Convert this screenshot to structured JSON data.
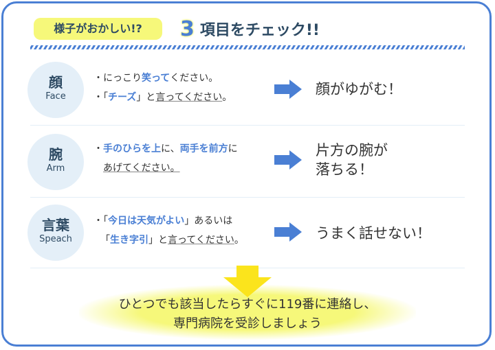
{
  "header": {
    "badge": "様子がおかしい!?",
    "number": "3",
    "title": "項目をチェック!!"
  },
  "rows": [
    {
      "kanji": "顔",
      "en": "Face",
      "lines": [
        {
          "pre": "・にっこり",
          "hl": "笑って",
          "post": "ください。"
        },
        {
          "pre": "・「",
          "hl": "チーズ",
          "post": "」と",
          "ul": "言ってください",
          "end": "。"
        }
      ],
      "result": [
        "顔がゆがむ！"
      ]
    },
    {
      "kanji": "腕",
      "en": "Arm",
      "lines": [
        {
          "pre": "・",
          "hl": "手のひらを上",
          "post": "に、",
          "hl2": "両手を前方",
          "post2": "に"
        },
        {
          "ul": "あげてください。"
        }
      ],
      "result": [
        "片方の腕が",
        "落ちる！"
      ]
    },
    {
      "kanji": "言葉",
      "en": "Speach",
      "lines": [
        {
          "pre": "・「",
          "hl": "今日は天気がよい",
          "post": "」あるいは"
        },
        {
          "pre": "「",
          "hl": "生き字引",
          "post": "」と",
          "ul": "言ってください",
          "end": "。"
        }
      ],
      "result": [
        "うまく話せない！"
      ]
    }
  ],
  "footer": {
    "line1": "ひとつでも該当したらすぐに119番に連絡し、",
    "line2": "専門病院を受診しましょう"
  },
  "icons": {
    "right_arrow": "right-arrow-icon",
    "down_arrow": "down-arrow-icon"
  },
  "colors": {
    "accent_blue": "#4a7fd4",
    "highlight_yellow": "#f6f87a",
    "circle_bg": "#e4eff8",
    "dark_text": "#2d4a63"
  }
}
